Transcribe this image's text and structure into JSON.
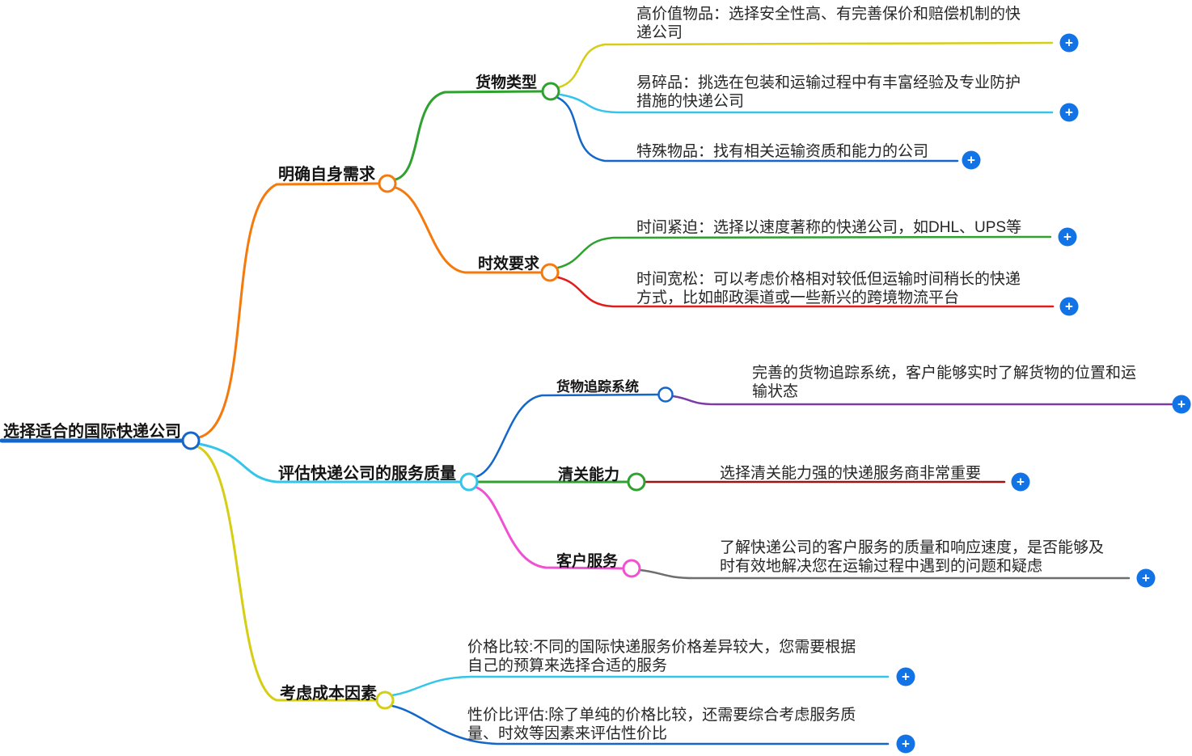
{
  "root": {
    "label": "选择适合的国际快递公司"
  },
  "branches": [
    {
      "label": "明确自身需求",
      "children": [
        {
          "label": "货物类型",
          "leaves": [
            {
              "text": "高价值物品：选择安全性高、有完善保价和赔偿机制的快递公司"
            },
            {
              "text": "易碎品：挑选在包装和运输过程中有丰富经验及专业防护措施的快递公司"
            },
            {
              "text": "特殊物品：找有相关运输资质和能力的公司"
            }
          ]
        },
        {
          "label": "时效要求",
          "leaves": [
            {
              "text": "时间紧迫：选择以速度著称的快递公司，如DHL、UPS等"
            },
            {
              "text": "时间宽松：可以考虑价格相对较低但运输时间稍长的快递方式，比如邮政渠道或一些新兴的跨境物流平台"
            }
          ]
        }
      ]
    },
    {
      "label": "评估快递公司的服务质量",
      "children": [
        {
          "label": "货物追踪系统",
          "leaves": [
            {
              "text": "完善的货物追踪系统，客户能够实时了解货物的位置和运输状态"
            }
          ]
        },
        {
          "label": "清关能力",
          "leaves": [
            {
              "text": "选择清关能力强的快递服务商非常重要"
            }
          ]
        },
        {
          "label": "客户服务",
          "leaves": [
            {
              "text": "了解快递公司的客户服务的质量和响应速度，是否能够及时有效地解决您在运输过程中遇到的问题和疑虑"
            }
          ]
        }
      ]
    },
    {
      "label": "考虑成本因素",
      "leaves": [
        {
          "text": "价格比较:不同的国际快递服务价格差异较大，您需要根据自己的预算来选择合适的服务"
        },
        {
          "text": "性价比评估:除了单纯的价格比较，还需要综合考虑服务质量、时效等因素来评估性价比"
        }
      ]
    }
  ],
  "icons": {
    "plus": "+"
  },
  "colors": {
    "root_blue": "#1467c8",
    "orange": "#f57a0e",
    "green": "#2fa12f",
    "yellow": "#d5ce14",
    "cyan": "#33c5ea",
    "red": "#e31b1b",
    "blue": "#1467c8",
    "purple": "#7c3aa6",
    "dark_red": "#9a1616",
    "magenta": "#f050d2",
    "gray": "#6e6e6e",
    "plus_button": "#1273e6"
  }
}
